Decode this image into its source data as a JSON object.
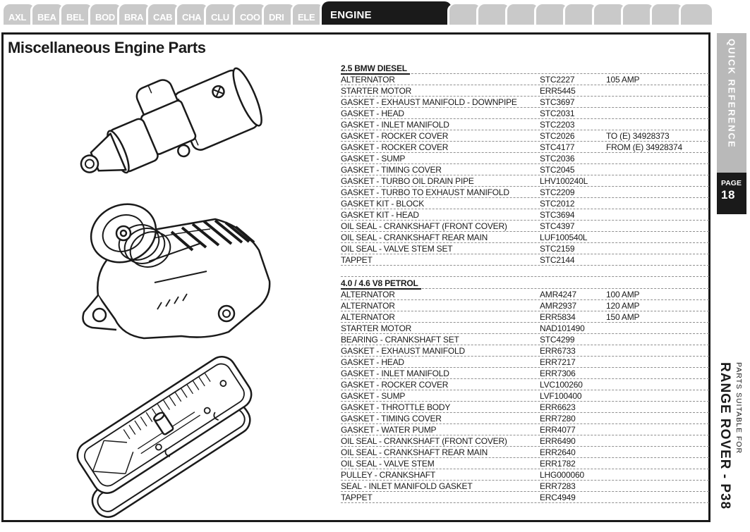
{
  "colors": {
    "ink": "#1a1a1a",
    "tab-gray": "#c9c9c9",
    "sidebar-gray": "#b9b9b9",
    "dash": "#8f8f8f"
  },
  "tabs": {
    "items": [
      "AXL",
      "BEA",
      "BEL",
      "BOD",
      "BRA",
      "CAB",
      "CHA",
      "CLU",
      "COO",
      "DRI",
      "ELE"
    ],
    "active_label": "ENGINE",
    "blank_tabs": [
      "",
      "",
      "",
      "",
      "",
      "",
      "",
      "",
      ""
    ]
  },
  "page": {
    "title": "Miscellaneous Engine Parts"
  },
  "illustrations": [
    "starter-motor",
    "alternator",
    "rocker-cover"
  ],
  "parts_sections": [
    {
      "heading": "2.5 BMW DIESEL",
      "rows": [
        {
          "description": "ALTERNATOR",
          "part_number": "STC2227",
          "note": "105 AMP"
        },
        {
          "description": "STARTER MOTOR",
          "part_number": "ERR5445",
          "note": ""
        },
        {
          "description": "GASKET - EXHAUST MANIFOLD - DOWNPIPE",
          "part_number": "STC3697",
          "note": ""
        },
        {
          "description": "GASKET - HEAD",
          "part_number": "STC2031",
          "note": ""
        },
        {
          "description": "GASKET - INLET MANIFOLD",
          "part_number": "STC2203",
          "note": ""
        },
        {
          "description": "GASKET - ROCKER COVER",
          "part_number": "STC2026",
          "note": "TO (E) 34928373"
        },
        {
          "description": "GASKET - ROCKER COVER",
          "part_number": "STC4177",
          "note": "FROM (E) 34928374"
        },
        {
          "description": "GASKET - SUMP",
          "part_number": "STC2036",
          "note": ""
        },
        {
          "description": "GASKET - TIMING COVER",
          "part_number": "STC2045",
          "note": ""
        },
        {
          "description": "GASKET - TURBO OIL DRAIN PIPE",
          "part_number": "LHV100240L",
          "note": ""
        },
        {
          "description": "GASKET - TURBO TO EXHAUST MANIFOLD",
          "part_number": "STC2209",
          "note": ""
        },
        {
          "description": "GASKET KIT - BLOCK",
          "part_number": "STC2012",
          "note": ""
        },
        {
          "description": "GASKET KIT - HEAD",
          "part_number": "STC3694",
          "note": ""
        },
        {
          "description": "OIL SEAL - CRANKSHAFT (FRONT COVER)",
          "part_number": "STC4397",
          "note": ""
        },
        {
          "description": "OIL SEAL - CRANKSHAFT REAR MAIN",
          "part_number": "LUF100540L",
          "note": ""
        },
        {
          "description": "OIL SEAL - VALVE STEM SET",
          "part_number": "STC2159",
          "note": ""
        },
        {
          "description": "TAPPET",
          "part_number": "STC2144",
          "note": ""
        }
      ]
    },
    {
      "heading": "4.0 / 4.6 V8 PETROL",
      "rows": [
        {
          "description": "ALTERNATOR",
          "part_number": "AMR4247",
          "note": "100 AMP"
        },
        {
          "description": "ALTERNATOR",
          "part_number": "AMR2937",
          "note": "120 AMP"
        },
        {
          "description": "ALTERNATOR",
          "part_number": "ERR5834",
          "note": "150 AMP"
        },
        {
          "description": "STARTER MOTOR",
          "part_number": "NAD101490",
          "note": ""
        },
        {
          "description": "BEARING - CRANKSHAFT SET",
          "part_number": "STC4299",
          "note": ""
        },
        {
          "description": "GASKET - EXHAUST MANIFOLD",
          "part_number": "ERR6733",
          "note": ""
        },
        {
          "description": "GASKET - HEAD",
          "part_number": "ERR7217",
          "note": ""
        },
        {
          "description": "GASKET - INLET MANIFOLD",
          "part_number": "ERR7306",
          "note": ""
        },
        {
          "description": "GASKET - ROCKER COVER",
          "part_number": "LVC100260",
          "note": ""
        },
        {
          "description": "GASKET - SUMP",
          "part_number": "LVF100400",
          "note": ""
        },
        {
          "description": "GASKET - THROTTLE BODY",
          "part_number": "ERR6623",
          "note": ""
        },
        {
          "description": "GASKET - TIMING COVER",
          "part_number": "ERR7280",
          "note": ""
        },
        {
          "description": "GASKET - WATER PUMP",
          "part_number": "ERR4077",
          "note": ""
        },
        {
          "description": "OIL SEAL - CRANKSHAFT (FRONT COVER)",
          "part_number": "ERR6490",
          "note": ""
        },
        {
          "description": "OIL SEAL - CRANKSHAFT REAR MAIN",
          "part_number": "ERR2640",
          "note": ""
        },
        {
          "description": "OIL SEAL - VALVE STEM",
          "part_number": "ERR1782",
          "note": ""
        },
        {
          "description": "PULLEY - CRANKSHAFT",
          "part_number": "LHG000060",
          "note": ""
        },
        {
          "description": "SEAL - INLET MANIFOLD GASKET",
          "part_number": "ERR7283",
          "note": ""
        },
        {
          "description": "TAPPET",
          "part_number": "ERC4949",
          "note": ""
        }
      ]
    }
  ],
  "sidebar": {
    "quick_reference": "QUICK REFERENCE",
    "page_label": "PAGE",
    "page_number": "18",
    "suitable_label": "PARTS SUITABLE FOR",
    "model": "RANGE ROVER - P38"
  }
}
